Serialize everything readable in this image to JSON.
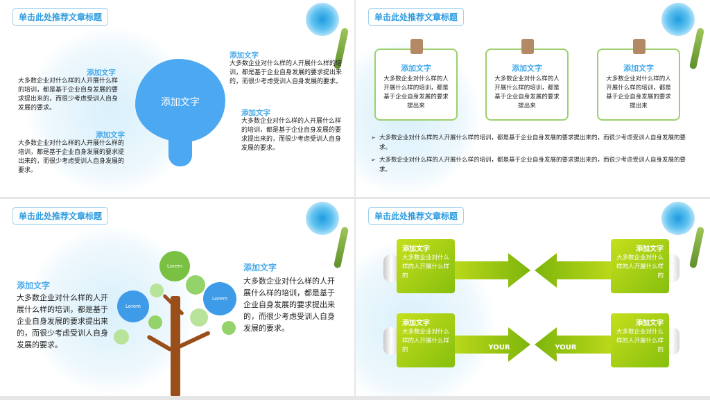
{
  "slides": [
    {
      "title": "单击此处推荐文章标题",
      "tree_label": "添加文字",
      "blocks": [
        {
          "heading": "添加文字",
          "body": "大多数企业对什么样的人开展什么样的培训，都是基于企业自身发展的要求提出来的，而很少考虑受训人自身发展的要求。"
        },
        {
          "heading": "添加文字",
          "body": "大多数企业对什么样的人开展什么样的培训，都是基于企业自身发展的要求提出来的，而很少考虑受训人自身发展的要求。"
        },
        {
          "heading": "添加文字",
          "body": "大多数企业对什么样的人开展什么样的培训，都是基于企业自身发展的要求提出来的，而很少考虑受训人自身发展的要求。"
        },
        {
          "heading": "添加文字",
          "body": "大多数企业对什么样的人开展什么样的培训，都是基于企业自身发展的要求提出来的，而很少考虑受训人自身发展的要求。"
        }
      ]
    },
    {
      "title": "单击此处推荐文章标题",
      "cards": [
        {
          "heading": "添加文字",
          "body": "大多数企业对什么样的人开展什么样的培训，都是基于企业自身发展的要求提出来"
        },
        {
          "heading": "添加文字",
          "body": "大多数企业对什么样的人开展什么样的培训，都是基于企业自身发展的要求提出来"
        },
        {
          "heading": "添加文字",
          "body": "大多数企业对什么样的人开展什么样的培训，都是基于企业自身发展的要求提出来"
        }
      ],
      "bullets": [
        "大多数企业对什么样的人开展什么样的培训，都是基于企业自身发展的要求提出来的，而很少考虑受训人自身发展的要求。",
        "大多数企业对什么样的人开展什么样的培训，都是基于企业自身发展的要求提出来的，而很少考虑受训人自身发展的要求。"
      ]
    },
    {
      "title": "单击此处推荐文章标题",
      "left": {
        "heading": "添加文字",
        "body": "大多数企业对什么样的人开展什么样的培训，都是基于企业自身发展的要求提出来的，而很少考虑受训人自身发展的要求。"
      },
      "right": {
        "heading": "添加文字",
        "body": "大多数企业对什么样的人开展什么样的培训，都是基于企业自身发展的要求提出来的，而很少考虑受训人自身发展的要求。"
      },
      "circles": [
        "Lorem",
        "Lorem",
        "Lorem"
      ]
    },
    {
      "title": "单击此处推荐文章标题",
      "boxes": [
        {
          "heading": "添加文字",
          "body": "大多数企业对什么样的人开展什么样的"
        },
        {
          "heading": "添加文字",
          "body": "大多数企业对什么样的人开展什么样的"
        },
        {
          "heading": "添加文字",
          "body": "大多数企业对什么样的人开展什么样的"
        },
        {
          "heading": "添加文字",
          "body": "大多数企业对什么样的人开展什么样的"
        }
      ],
      "arrow_labels": [
        "YOUR TEXT",
        "YOUR TEXT"
      ]
    }
  ],
  "colors": {
    "blue": "#4da8f2",
    "green": "#9bd06c",
    "trunk": "#9a4e1a"
  }
}
